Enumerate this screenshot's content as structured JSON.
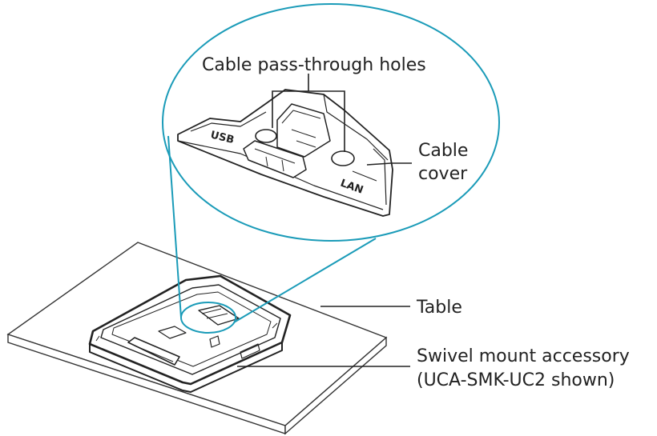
{
  "labels": {
    "cable_holes": "Cable pass-through holes",
    "cable_cover_line1": "Cable",
    "cable_cover_line2": "cover",
    "table": "Table",
    "swivel_line1": "Swivel mount accessory",
    "swivel_line2": "(UCA-SMK-UC2 shown)",
    "usb": "USB",
    "lan": "LAN"
  },
  "colors": {
    "callout": "#1a9bb8",
    "ink": "#222222"
  }
}
